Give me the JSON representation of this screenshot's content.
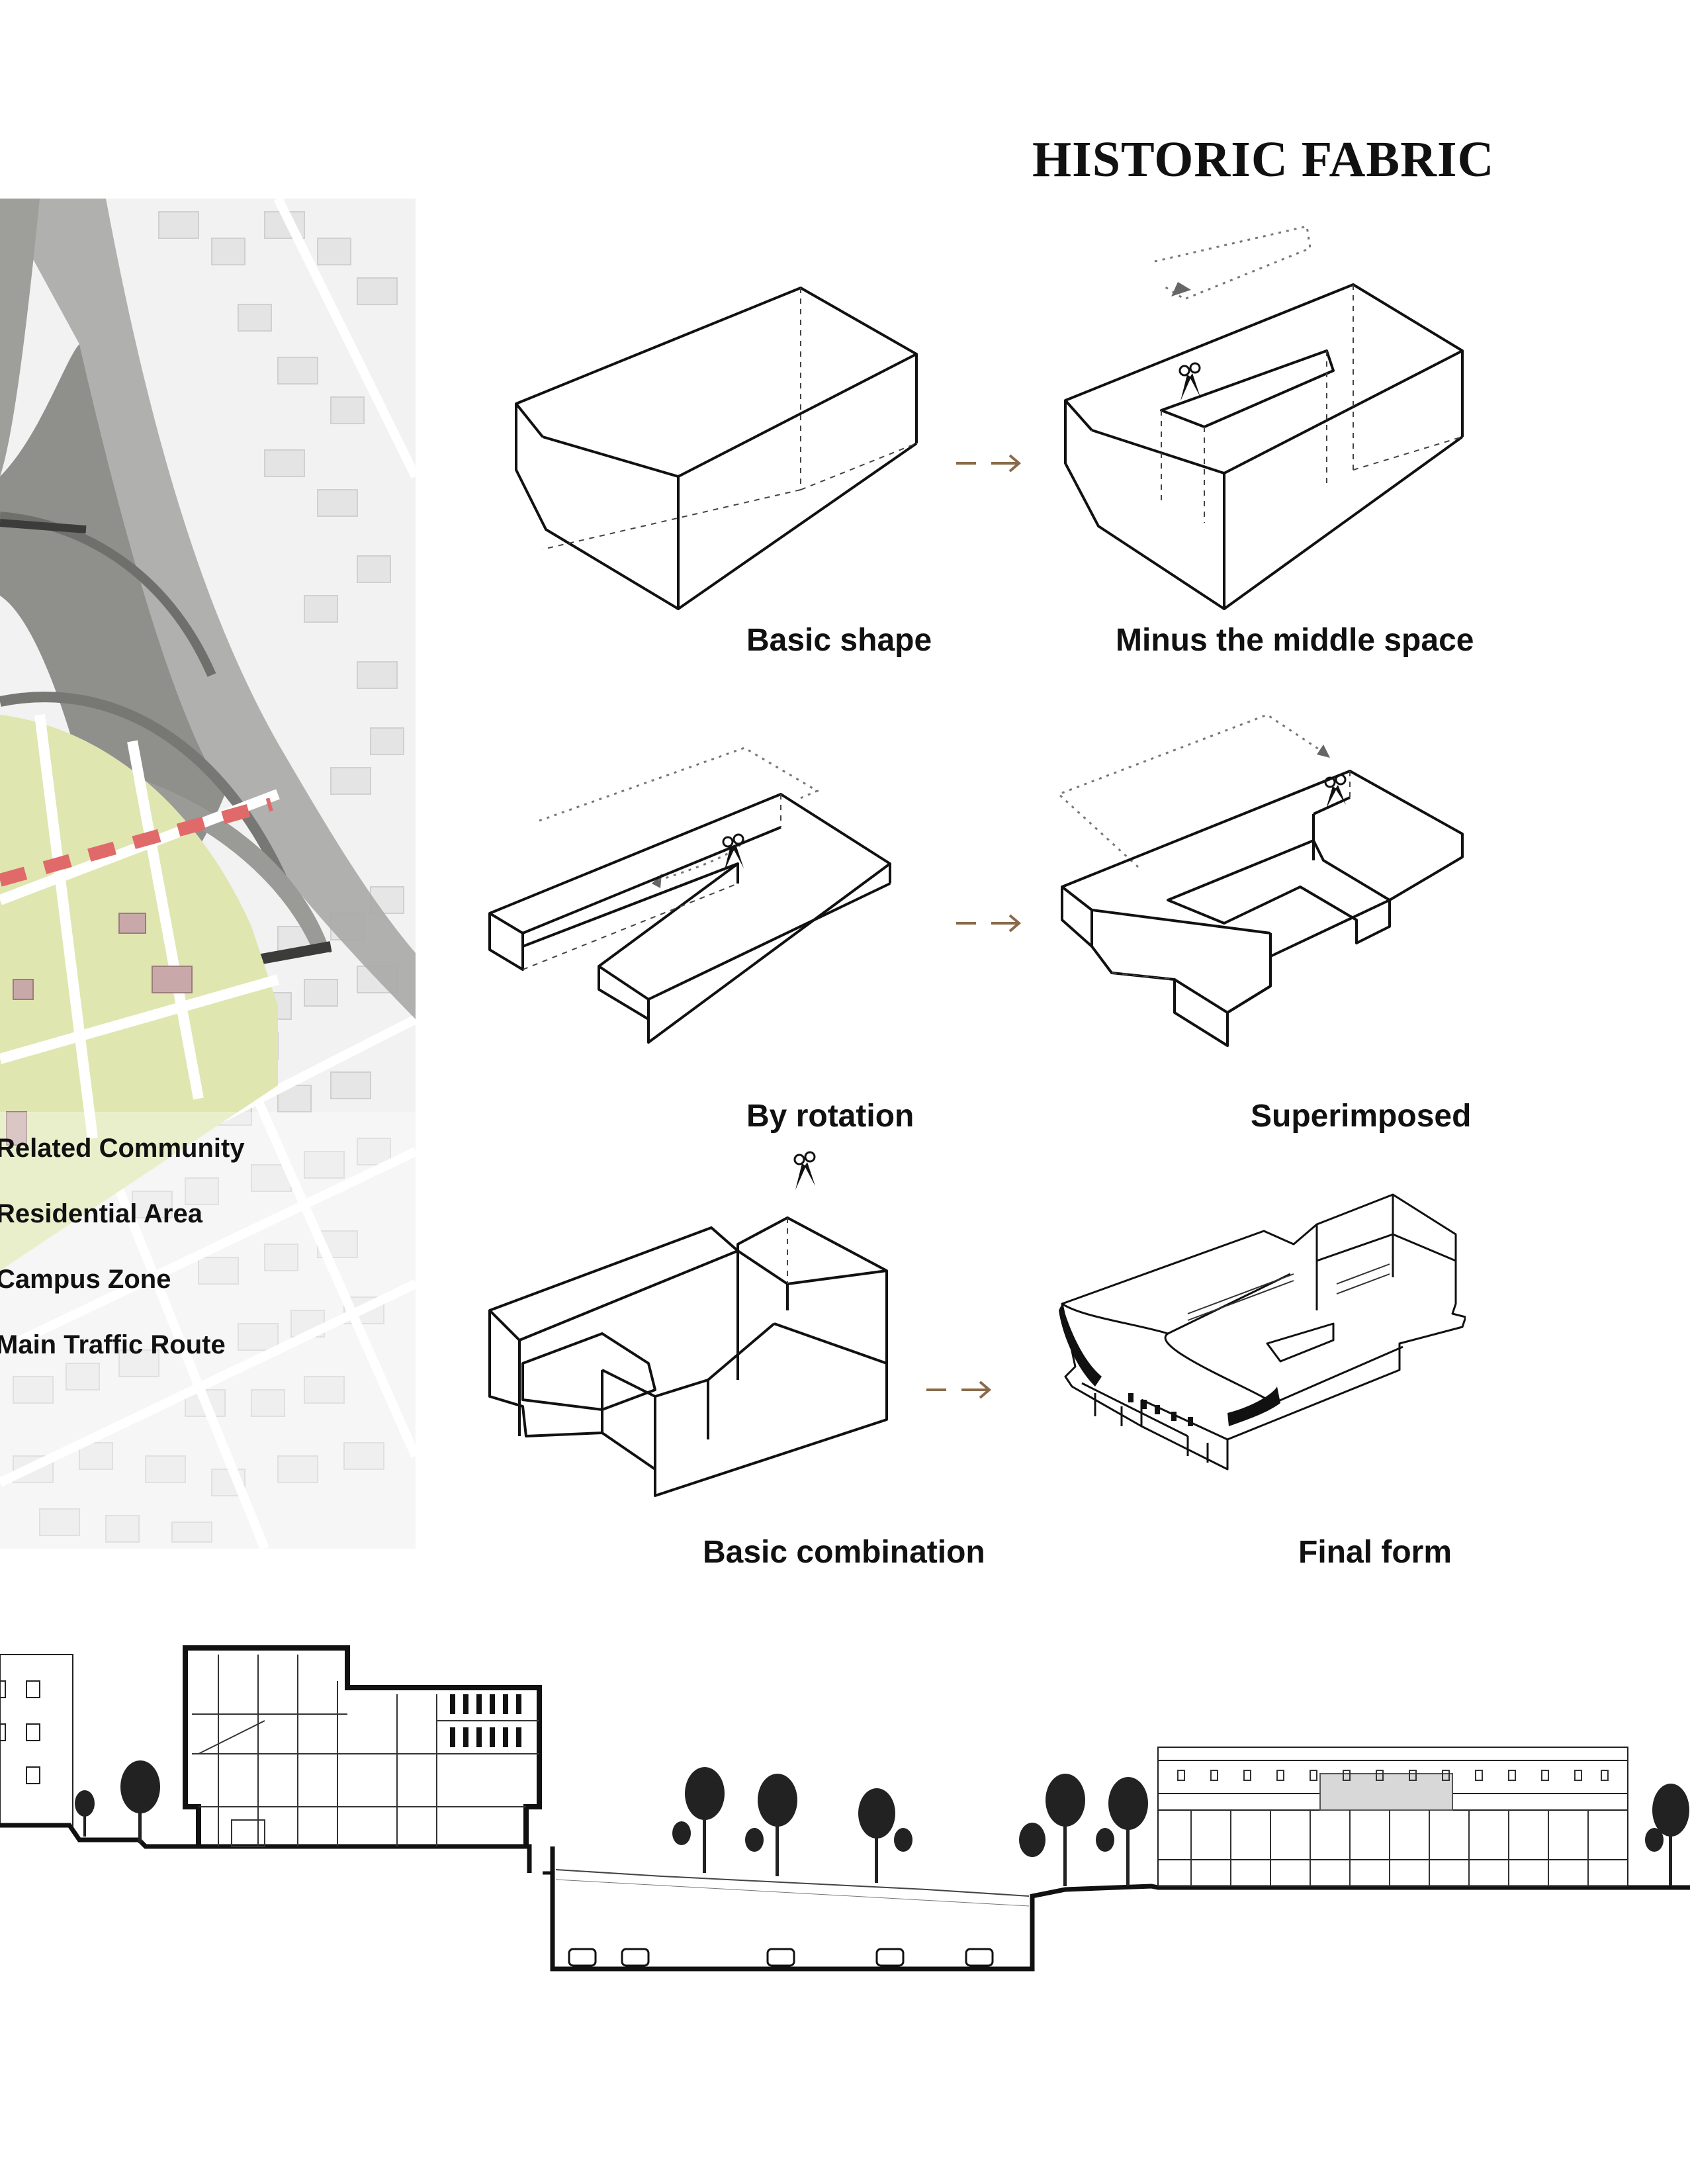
{
  "title": "HISTORIC FABRIC",
  "legend": [
    "Related Community",
    "Residential Area",
    "Campus Zone",
    "Main Traffic Route"
  ],
  "captions": {
    "basic_shape": "Basic shape",
    "minus_middle": "Minus the middle space",
    "by_rotation": "By rotation",
    "superimposed": "Superimposed",
    "basic_combination": "Basic combination",
    "final_form": "Final form"
  },
  "colors": {
    "arrow": "#8a6a4a",
    "traffic_route": "#e06a6a",
    "green_zone": "#dfe6b0",
    "highway": "#a9a9a6",
    "ink": "#111111"
  }
}
